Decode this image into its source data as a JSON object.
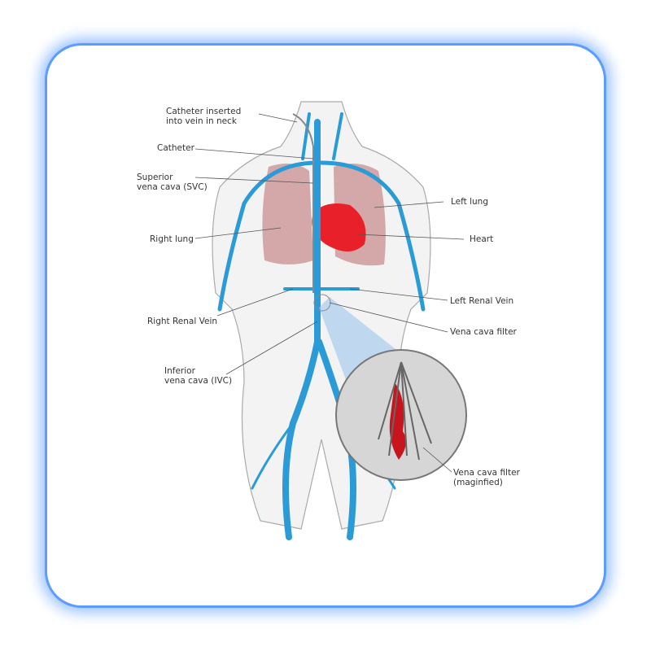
{
  "labels": {
    "catheter_neck": "Catheter inserted\ninto vein in neck",
    "catheter": "Catheter",
    "svc": "Superior\nvena cava (SVC)",
    "right_lung": "Right lung",
    "right_renal": "Right Renal Vein",
    "ivc": "Inferior\nvena cava (IVC)",
    "left_lung": "Left lung",
    "heart": "Heart",
    "left_renal": "Left Renal Vein",
    "filter": "Vena cava filter",
    "filter_mag": "Vena cava filter\n(maginfied)"
  },
  "colors": {
    "vein": "#2a9bd6",
    "lung": "#c98f8f",
    "heart": "#e8202a",
    "frame": "#5a9cff"
  }
}
